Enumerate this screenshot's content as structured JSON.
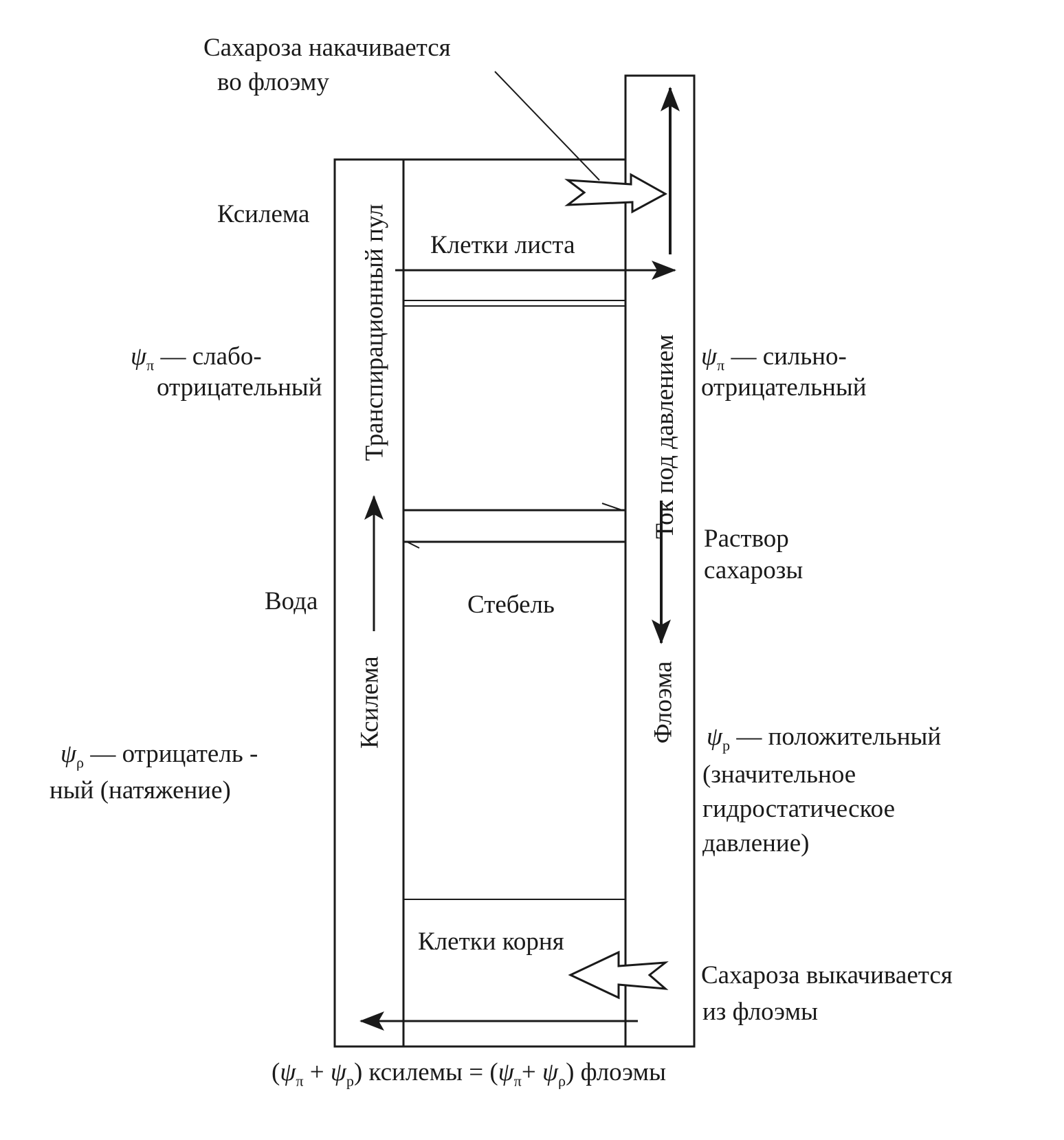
{
  "labels": {
    "sucrose_pumped_in_line1": "Сахароза накачивается",
    "sucrose_pumped_in_line2": "во флоэму",
    "xylem_top": "Ксилема",
    "leaf_cells": "Клетки листа",
    "psi_pi_left_line1": "— слабо-",
    "psi_pi_left_line2": "отрицательный",
    "psi_pi_right_line1": "— сильно-",
    "psi_pi_right_line2": "отрицательный",
    "transpiration_pool": "Транспирационный пул",
    "pressure_flow": "Ток под давлением",
    "sucrose_solution_line1": "Раствор",
    "sucrose_solution_line2": "сахарозы",
    "water": "Вода",
    "stem": "Стебель",
    "xylem_vertical": "Ксилема",
    "phloem_vertical": "Флоэма",
    "psi_p_left_line1": "— отрицатель -",
    "psi_p_left_line2": "ный (натяжение)",
    "psi_p_right_line1": "— положительный",
    "psi_p_right_line2": "(значительное",
    "psi_p_right_line3": "гидростатическое",
    "psi_p_right_line4": "давление)",
    "root_cells": "Клетки корня",
    "sucrose_pumped_out_line1": "Сахароза выкачивается",
    "sucrose_pumped_out_line2": "из флоэмы",
    "equation_xylem": "ксилемы",
    "equation_equals": "=",
    "equation_phloem": "флоэмы"
  },
  "symbols": {
    "psi": "ψ",
    "pi": "π",
    "p": "p",
    "rho": "ρ",
    "plus": "+"
  },
  "colors": {
    "ink": "#1a1a1a",
    "paper": "#ffffff"
  }
}
